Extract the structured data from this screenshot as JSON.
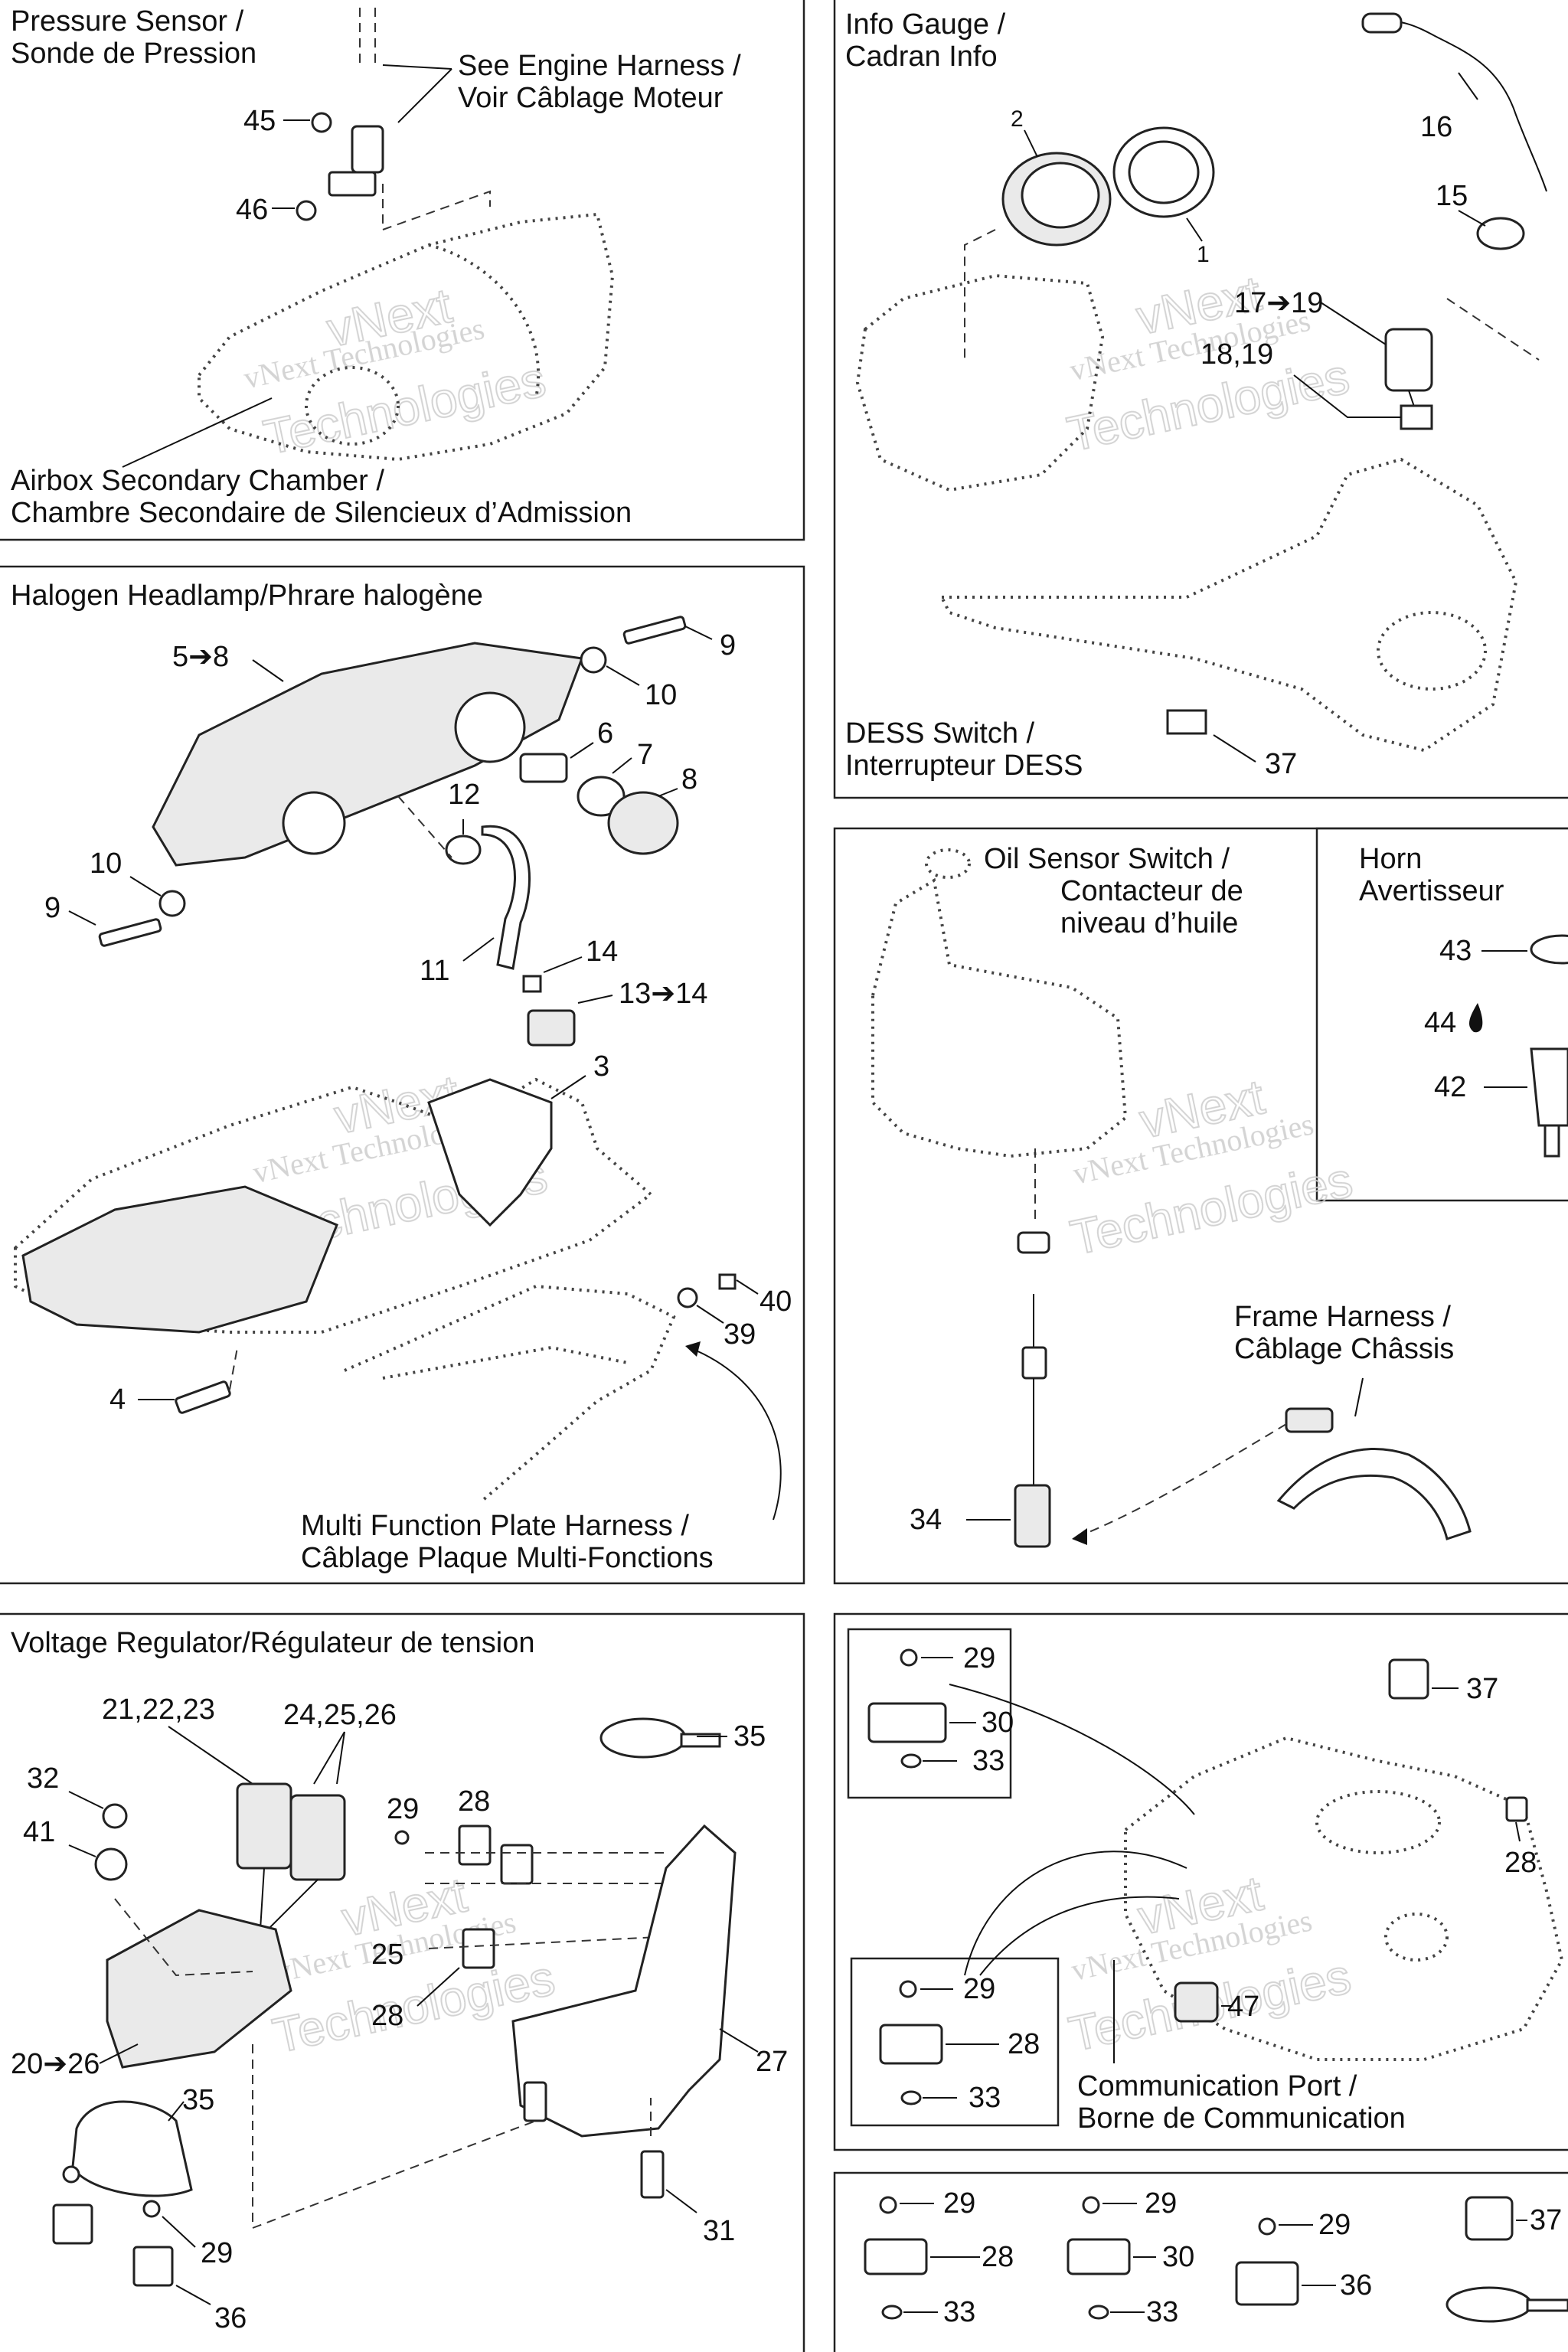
{
  "panels": {
    "pressure_sensor": {
      "title_line1": "Pressure Sensor /",
      "title_line2": "Sonde de Pression",
      "see_harness_line1": "See Engine Harness /",
      "see_harness_line2": "Voir Câblage Moteur",
      "airbox_line1": "Airbox Secondary Chamber /",
      "airbox_line2": "Chambre Secondaire de Silencieux d’Admission",
      "callouts": [
        "45",
        "46"
      ]
    },
    "info_gauge": {
      "title_line1": "Info Gauge /",
      "title_line2": "Cadran Info",
      "dess_line1": "DESS Switch /",
      "dess_line2": "Interrupteur DESS",
      "callouts": [
        "2",
        "1",
        "16",
        "15",
        "17➔19",
        "18,19",
        "37"
      ]
    },
    "headlamp": {
      "title": "Halogen Headlamp/Phrare halogène",
      "multi_line1": "Multi Function Plate Harness /",
      "multi_line2": "Câblage Plaque Multi-Fonctions",
      "callouts": [
        "5➔8",
        "9",
        "10",
        "6",
        "7",
        "8",
        "12",
        "10",
        "9",
        "11",
        "14",
        "13➔14",
        "3",
        "40",
        "39",
        "4"
      ]
    },
    "oil_sensor": {
      "title_line1": "Oil Sensor Switch /",
      "title_line2": "Contacteur de",
      "title_line3": "niveau d’huile",
      "frame_line1": "Frame Harness /",
      "frame_line2": "Câblage Châssis",
      "callouts": [
        "34"
      ]
    },
    "horn": {
      "title_line1": "Horn",
      "title_line2": "Avertisseur",
      "callouts": [
        "43",
        "44",
        "42"
      ]
    },
    "voltage_regulator": {
      "title": "Voltage Regulator/Régulateur de tension",
      "callouts": [
        "21,22,23",
        "24,25,26",
        "32",
        "41",
        "29",
        "28",
        "35",
        "25",
        "28",
        "20➔26",
        "27",
        "35",
        "31",
        "29",
        "36"
      ]
    },
    "communication_port": {
      "label_line1": "Communication Port /",
      "label_line2": "Borne de Communication",
      "callouts": [
        "29",
        "30",
        "33",
        "37",
        "28",
        "29",
        "28",
        "33",
        "47"
      ]
    },
    "clips": {
      "callouts": [
        "29",
        "28",
        "33",
        "29",
        "30",
        "33",
        "29",
        "36",
        "37"
      ]
    }
  },
  "watermark": {
    "line1": "vNext Technologies",
    "line2": "vNext",
    "line3": "Technologies"
  },
  "icons": {
    "arrow": "right-arrow-icon",
    "oil_drop": "oil-drop-icon"
  }
}
